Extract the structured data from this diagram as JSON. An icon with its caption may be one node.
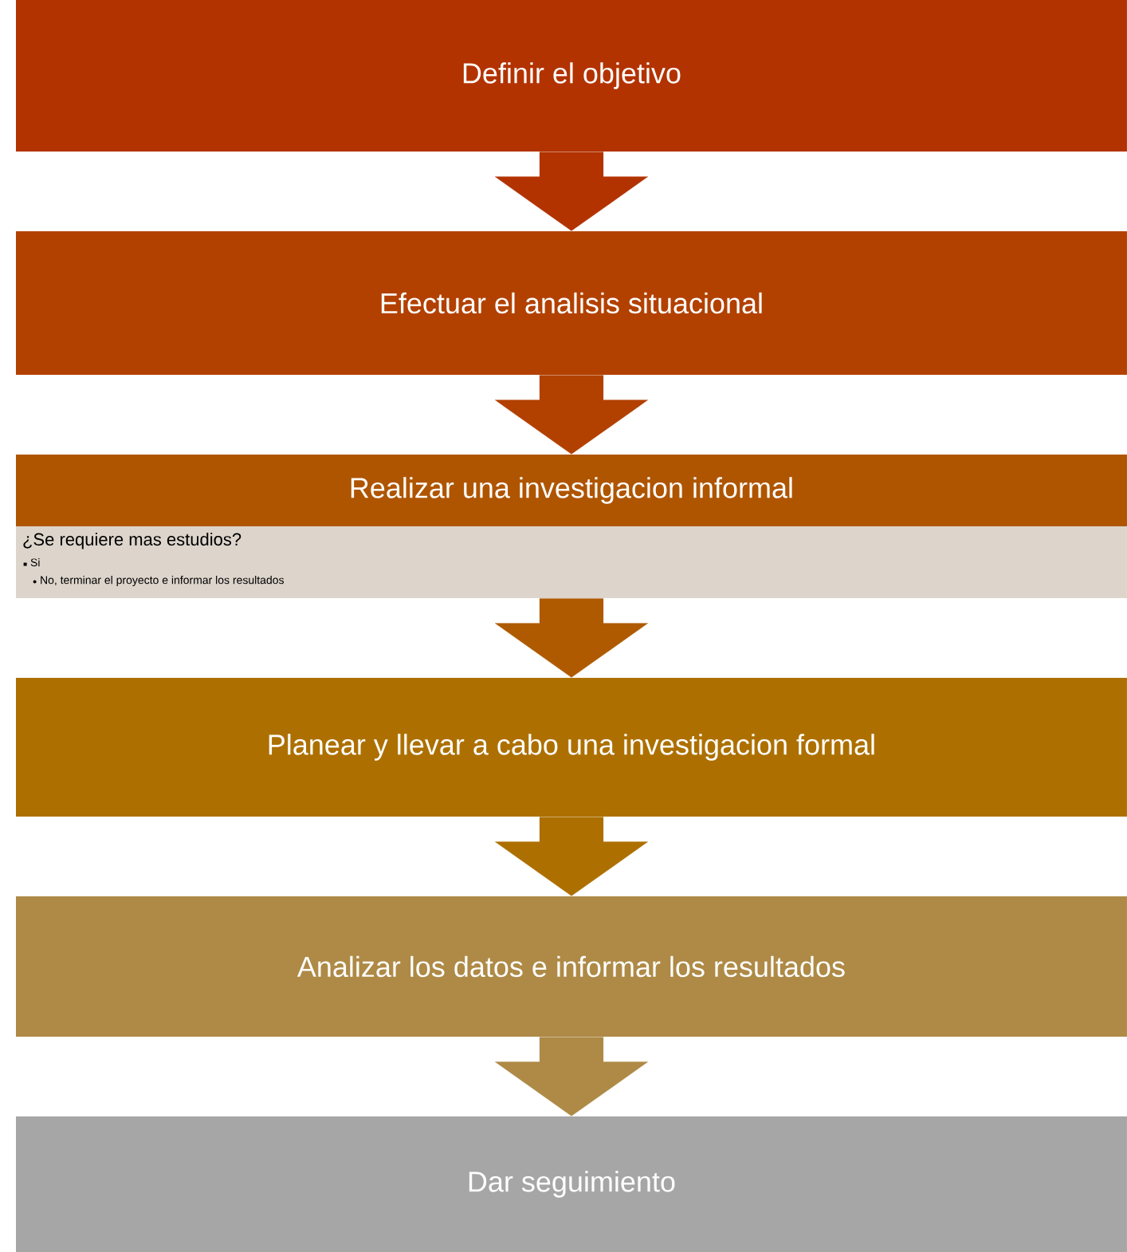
{
  "diagram": {
    "nodes": [
      {
        "text": [
          "Definir el objetivo"
        ]
      },
      {
        "text": [
          "Efectuar el analisis situacional"
        ]
      },
      {
        "text": [
          "Realizar una investigacion informal"
        ]
      },
      {
        "text": [
          "¿Se requiere mas estudios?",
          "Si",
          "No, terminar el proyecto e informar los resultados"
        ]
      },
      {
        "text": [
          "Planear y llevar a cabo una investigacion formal"
        ]
      },
      {
        "text": [
          "Analizar los datos e informar los resultados"
        ]
      },
      {
        "text": [
          "Dar seguimiento"
        ]
      }
    ],
    "edges": [
      {
        "from": 0,
        "to": 1,
        "arrow": "to",
        "color": "#b33300"
      },
      {
        "from": 1,
        "to": 2,
        "arrow": "to",
        "color": "#b24100"
      },
      {
        "from": 3,
        "to": 4,
        "arrow": "to",
        "color": "#af5a00"
      },
      {
        "from": 4,
        "to": 5,
        "arrow": "to",
        "color": "#ad7000"
      },
      {
        "from": 5,
        "to": 6,
        "arrow": "to",
        "color": "#ae8a46"
      }
    ]
  }
}
